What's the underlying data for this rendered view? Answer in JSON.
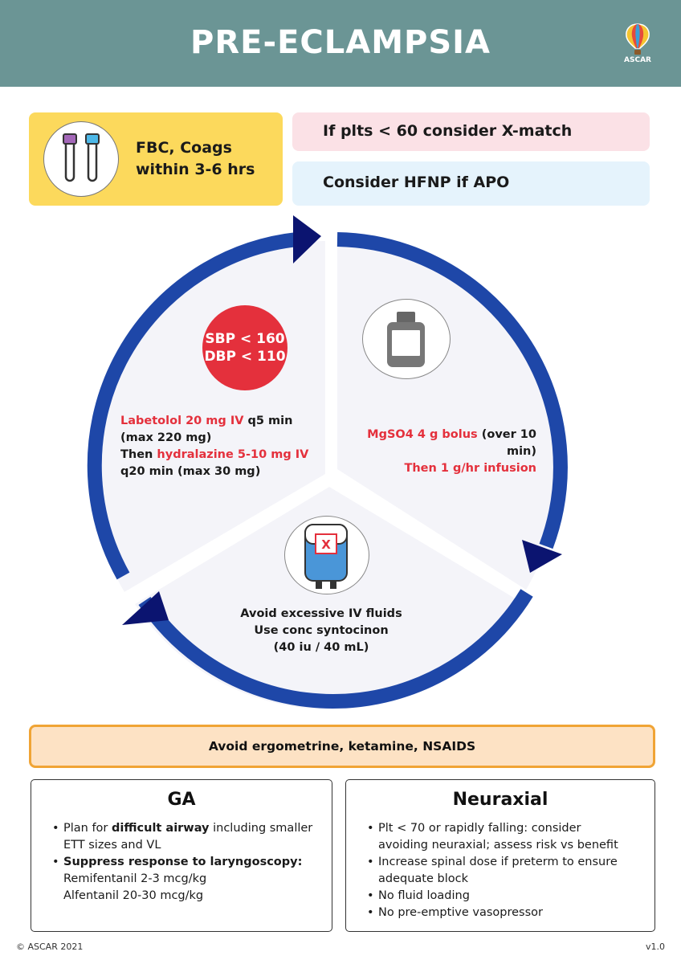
{
  "header": {
    "title": "PRE-ECLAMPSIA",
    "logo_text": "ASCAR",
    "background": "#6b9595"
  },
  "top_boxes": {
    "labs_line1": "FBC, Coags",
    "labs_line2": "within 3-6 hrs",
    "platelets": "If plts < 60 consider X-match",
    "hfnp": "Consider HFNP if APO"
  },
  "icons": {
    "labs": "test-tubes-icon",
    "magnesium": "vial-icon",
    "fluids": "iv-bag-icon"
  },
  "bp_segment": {
    "target_sbp": "SBP < 160",
    "target_dbp": "DBP < 110",
    "line1_red": "Labetolol 20 mg IV",
    "line1_rest": " q5 min",
    "line2": "(max 220 mg)",
    "line3_prefix": "Then ",
    "line3_red": "hydralazine 5-10 mg IV",
    "line4": "q20 min (max 30 mg)"
  },
  "mg_segment": {
    "line1_red": "MgSO4 4 g bolus",
    "line1_rest": " (over 10 min)",
    "line2_red": "Then 1 g/hr infusion"
  },
  "fluid_segment": {
    "icon_mark": "X",
    "line1": "Avoid excessive IV fluids",
    "line2": "Use conc syntocinon",
    "line3": "(40 iu / 40 mL)"
  },
  "warning": {
    "text": "Avoid ergometrine, ketamine, NSAIDS"
  },
  "ga": {
    "title": "GA",
    "b1_pre": "Plan for ",
    "b1_bold": "difficult airway",
    "b1_post": " including smaller",
    "b1_line2": "ETT sizes and VL",
    "b2_bold": "Suppress response to laryngoscopy:",
    "b2_line2": "Remifentanil 2-3 mcg/kg",
    "b2_line3": "Alfentanil 20-30 mcg/kg"
  },
  "neuraxial": {
    "title": "Neuraxial",
    "b1_line1": "Plt < 70 or rapidly falling: consider",
    "b1_line2": "avoiding neuraxial; assess risk vs benefit",
    "b2_line1": "Increase spinal dose if preterm to ensure",
    "b2_line2": "adequate block",
    "b3": "No fluid loading",
    "b4": "No pre-emptive vasopressor"
  },
  "footer": {
    "copyright": "© ASCAR 2021",
    "version": "v1.0"
  },
  "colors": {
    "accent_red": "#e4303c",
    "ring_blue": "#1e47a8",
    "arrow_navy": "#0b1470",
    "yellow": "#fcd95c",
    "orange_border": "#f0a435"
  }
}
